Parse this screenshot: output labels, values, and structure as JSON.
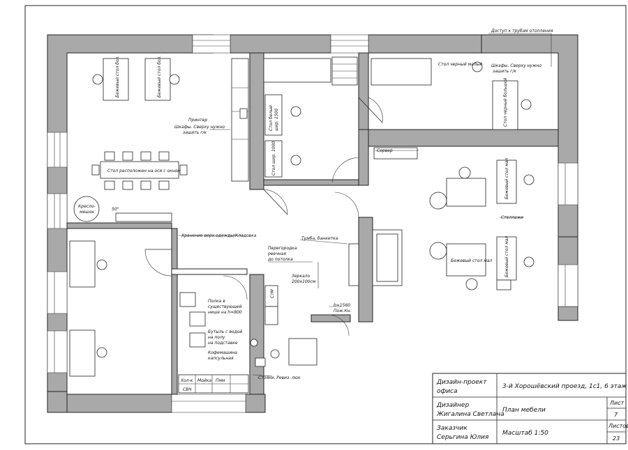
{
  "labels": {
    "heating_access": "Доступ к трубам отопления",
    "table_black_small": "Стол черный малый",
    "cabinets_top_a": "Шкафы. Сверху нужно",
    "cabinets_top_b": "зашить г/к",
    "table_black_big": "Стол черный большой",
    "table_beige_1": "Бежевый стол бол.",
    "table_beige_2": "Бежевый стол бол.",
    "printer": "Принтер",
    "cabinets_left_a": "Шкафы. Сверху нужно",
    "cabinets_left_b": "зашить г/к",
    "table_white_1500_a": "Стол белый",
    "table_white_1500_b": "шир. 1500",
    "table_1000_a": "Стол шир. 1000",
    "table_window": "Стол расположен на оси с окном",
    "chair_bag_a": "Кресло-",
    "chair_bag_b": "мешок",
    "angle": "50°",
    "server": "Сервер",
    "table_beige_small_1": "Бежевый стол мал",
    "table_beige_small_2": "Бежевый стол мал",
    "table_beige_small_3": "Бежевый стол мал",
    "rack": "Стеллажи",
    "storage": "Хранение верх.одежды/Кладовка",
    "cabinet_bench": "Тумба, банкетка",
    "partition_a": "Перегородка",
    "partition_b": "реечная",
    "partition_c": "до потолка",
    "mirror_a": "Зеркало",
    "mirror_b": "200х100см",
    "fire_a": "h=1560",
    "fire_b": "Пож.Кн.",
    "shelf_a": "Полка в",
    "shelf_b": "существующей",
    "shelf_c": "нише на h=800",
    "water_a": "Бутыль с водой",
    "water_b": "на полу",
    "water_c": "на подставке",
    "coffee_a": "Кофемашина",
    "coffee_b": "капсульная",
    "pipes": "Стояки. Ревиз. люк",
    "fridge": "Хол-к",
    "sink": "Мойка",
    "dishwasher": "Пмм",
    "microwave": "СВЧ",
    "washer": "СтМ"
  },
  "title_block": {
    "project_label_a": "Дизайн-проект",
    "project_label_b": "офиса",
    "address": "3-й Хорошёвский проезд, 1с1, 6 этаж",
    "designer_label": "Дизайнер",
    "designer_name": "Жигалина Светлана",
    "sheet_title": "План мебели",
    "sheet_label": "Лист",
    "sheet_num": "7",
    "client_label": "Заказчик",
    "client_name": "Серьгина Юлия",
    "scale": "Масштаб 1:50",
    "sheets_label": "Листов",
    "sheets_num": "23"
  }
}
